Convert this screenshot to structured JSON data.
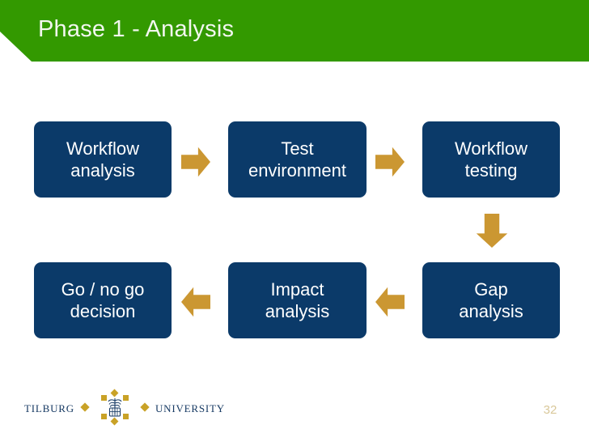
{
  "slide": {
    "title": "Phase 1 - Analysis",
    "page_number": "32",
    "colors": {
      "header_green": "#339900",
      "box_navy": "#0b3a69",
      "arrow_gold": "#cb9732",
      "logo_navy": "#173a63",
      "logo_gold": "#c9a227",
      "page_number_color": "#d9c89a",
      "background": "#ffffff",
      "title_text": "#f2f7ef",
      "box_text": "#ffffff"
    }
  },
  "diagram": {
    "type": "process-flow",
    "layout": "two-rows-serpentine",
    "nodes": [
      {
        "id": "workflow-analysis",
        "label": "Workflow\nanalysis",
        "row": 1,
        "column": 1
      },
      {
        "id": "test-environment",
        "label": "Test\nenvironment",
        "row": 1,
        "column": 2
      },
      {
        "id": "workflow-testing",
        "label": "Workflow\ntesting",
        "row": 1,
        "column": 3
      },
      {
        "id": "gap-analysis",
        "label": "Gap\nanalysis",
        "row": 2,
        "column": 3
      },
      {
        "id": "impact-analysis",
        "label": "Impact\nanalysis",
        "row": 2,
        "column": 2
      },
      {
        "id": "go-no-go-decision",
        "label": "Go / no go\ndecision",
        "row": 2,
        "column": 1
      }
    ],
    "connectors": [
      {
        "id": "wf-to-test",
        "from": "workflow-analysis",
        "to": "test-environment",
        "direction": "right"
      },
      {
        "id": "test-to-wft",
        "from": "test-environment",
        "to": "workflow-testing",
        "direction": "right"
      },
      {
        "id": "wft-to-gap",
        "from": "workflow-testing",
        "to": "gap-analysis",
        "direction": "down"
      },
      {
        "id": "gap-to-imp",
        "from": "gap-analysis",
        "to": "impact-analysis",
        "direction": "left"
      },
      {
        "id": "imp-to-go",
        "from": "impact-analysis",
        "to": "go-no-go-decision",
        "direction": "left"
      }
    ]
  },
  "footer": {
    "logo": {
      "word_left": "Tilburg",
      "word_right": "University",
      "crest_alt": "tilburg-university-crest"
    }
  }
}
